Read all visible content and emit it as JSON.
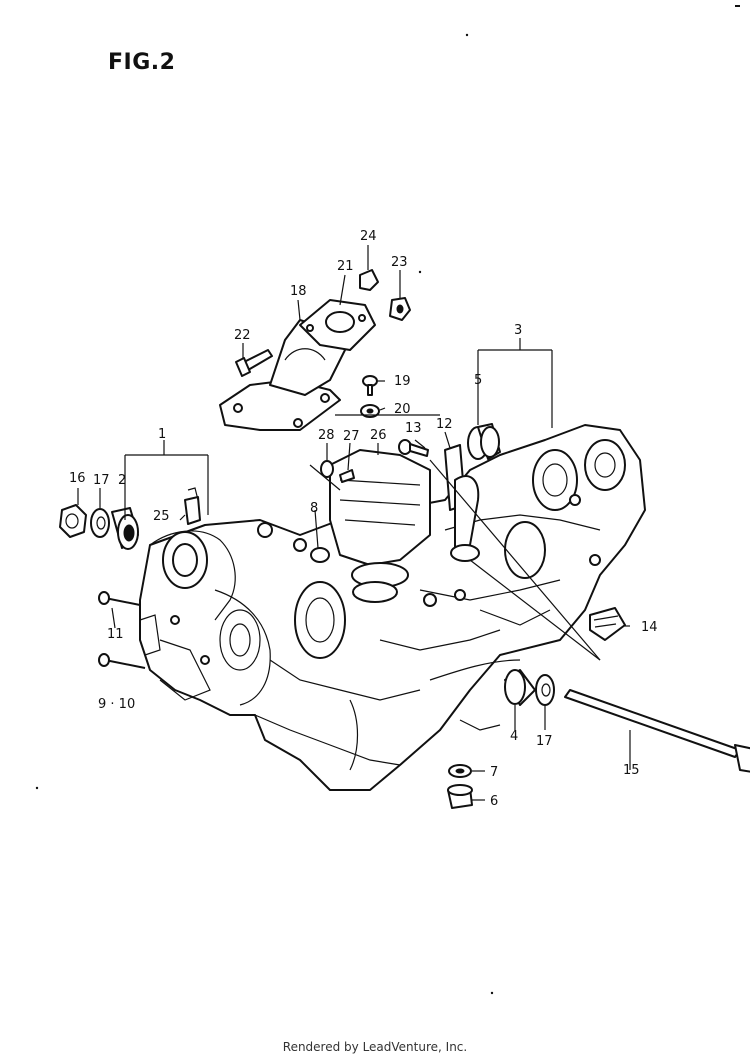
{
  "title": "FIG.2",
  "footer": "Rendered by LeadVenture, Inc.",
  "callouts": [
    {
      "id": "c1",
      "text": "1"
    },
    {
      "id": "c2",
      "text": "2"
    },
    {
      "id": "c3",
      "text": "3"
    },
    {
      "id": "c4",
      "text": "4"
    },
    {
      "id": "c5",
      "text": "5"
    },
    {
      "id": "c6",
      "text": "6"
    },
    {
      "id": "c7",
      "text": "7"
    },
    {
      "id": "c8",
      "text": "8"
    },
    {
      "id": "c9",
      "text": "9 · 10"
    },
    {
      "id": "c11",
      "text": "11"
    },
    {
      "id": "c12",
      "text": "12"
    },
    {
      "id": "c13",
      "text": "13"
    },
    {
      "id": "c14",
      "text": "14"
    },
    {
      "id": "c15",
      "text": "15"
    },
    {
      "id": "c16",
      "text": "16"
    },
    {
      "id": "c17a",
      "text": "17"
    },
    {
      "id": "c17b",
      "text": "17"
    },
    {
      "id": "c18",
      "text": "18"
    },
    {
      "id": "c19",
      "text": "19"
    },
    {
      "id": "c20",
      "text": "20"
    },
    {
      "id": "c21",
      "text": "21"
    },
    {
      "id": "c22",
      "text": "22"
    },
    {
      "id": "c23",
      "text": "23"
    },
    {
      "id": "c24",
      "text": "24"
    },
    {
      "id": "c25",
      "text": "25"
    },
    {
      "id": "c26",
      "text": "26"
    },
    {
      "id": "c27",
      "text": "27"
    },
    {
      "id": "c28",
      "text": "28"
    }
  ]
}
